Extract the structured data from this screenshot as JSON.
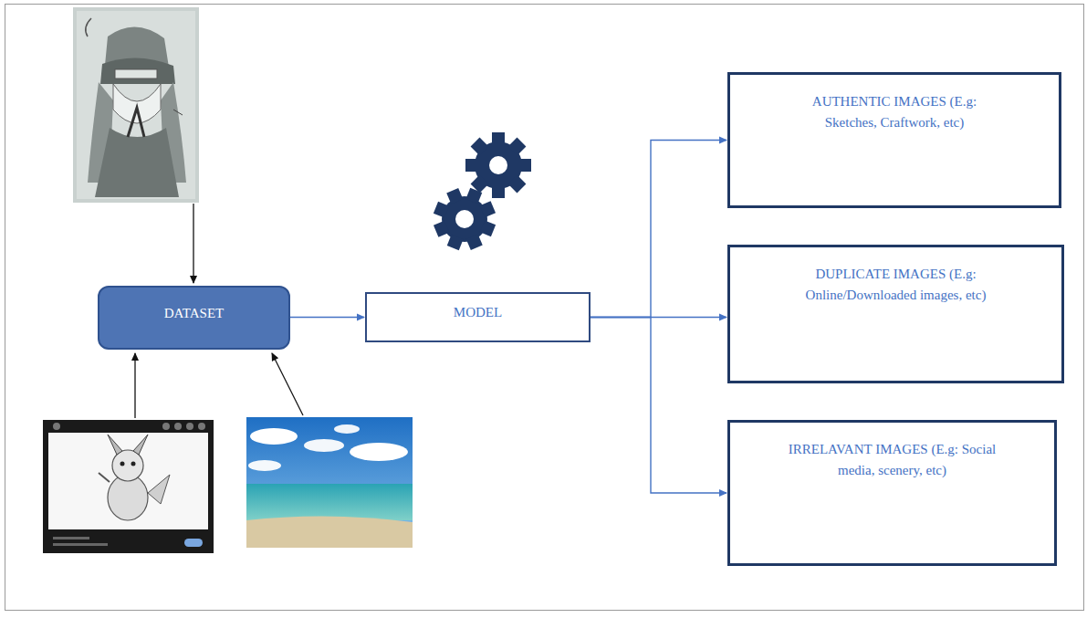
{
  "diagram": {
    "nodes": [
      {
        "text": [
          "DATASET"
        ]
      },
      {
        "text": [
          "MODEL"
        ]
      },
      {
        "text": [
          "AUTHENTIC IMAGES (E.g: Sketches, Craftwork, etc)"
        ]
      },
      {
        "text": [
          "DUPLICATE IMAGES (E.g: Online/Downloaded images, etc)"
        ]
      },
      {
        "text": [
          "IRRELAVANT IMAGES (E.g: Social media, scenery, etc)"
        ]
      }
    ],
    "edges": [
      {
        "from": 0,
        "to": 1,
        "arrow": "to"
      },
      {
        "from": 1,
        "to": 2,
        "arrow": "to"
      },
      {
        "from": 1,
        "to": 3,
        "arrow": "to"
      },
      {
        "from": 1,
        "to": 4,
        "arrow": "to"
      }
    ]
  }
}
